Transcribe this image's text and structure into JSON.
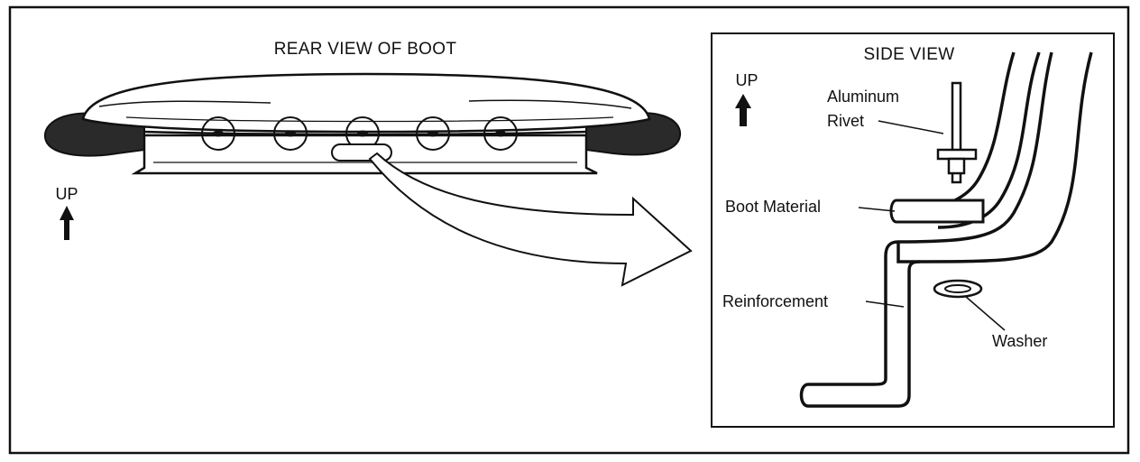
{
  "rear_view": {
    "title": "REAR VIEW OF BOOT",
    "up_label": "UP"
  },
  "side_view": {
    "title": "SIDE VIEW",
    "up_label": "UP",
    "labels": {
      "rivet_line1": "Aluminum",
      "rivet_line2": "Rivet",
      "boot_material": "Boot Material",
      "reinforcement": "Reinforcement",
      "washer": "Washer"
    }
  },
  "colors": {
    "ink": "#111111",
    "boot_shadow": "#2a2a2a",
    "paper": "#ffffff"
  }
}
